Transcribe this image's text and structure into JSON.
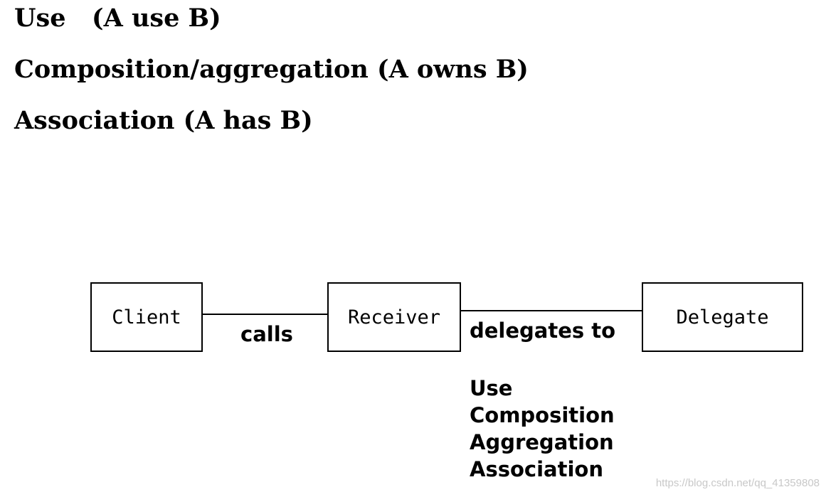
{
  "headings": [
    "Use   (A use B)",
    "Composition/aggregation (A owns B)",
    "Association (A has B)"
  ],
  "diagram": {
    "nodes": {
      "client": "Client",
      "receiver": "Receiver",
      "delegate": "Delegate"
    },
    "edges": {
      "calls": "calls",
      "delegates_to": "delegates to"
    },
    "relation_kinds": [
      "Use",
      "Composition",
      "Aggregation",
      "Association"
    ]
  },
  "watermark": "https://blog.csdn.net/qq_41359808"
}
